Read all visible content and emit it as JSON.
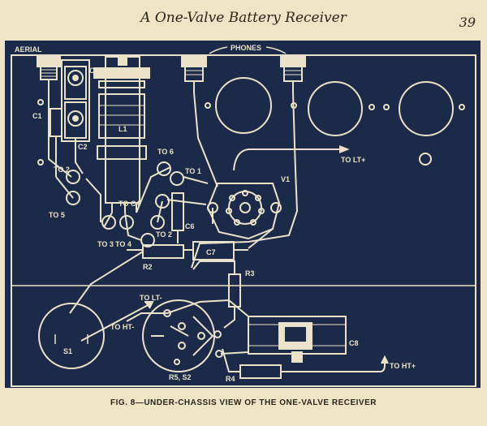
{
  "header": {
    "running_title": "A One-Valve Battery Receiver",
    "page_number": "39"
  },
  "diagram": {
    "labels": {
      "aerial": "AERIAL",
      "phones": "PHONES",
      "c3": "C3",
      "c1": "C1",
      "c2": "C2",
      "l1": "L1",
      "to6": "TO 6",
      "to1": "TO 1",
      "to2_left": "TO 2",
      "to5": "TO 5",
      "to_c4": "TO C4",
      "c6": "C6",
      "to2_mid": "TO 2",
      "to3": "TO 3",
      "to4": "TO 4",
      "v1": "V1",
      "to_lt_plus": "TO LT+",
      "c7": "C7",
      "r2": "R2",
      "r3": "R3",
      "to_lt_minus": "TO LT-",
      "to_ht_minus": "TO HT-",
      "s1": "S1",
      "r5s2": "R5, S2",
      "r4": "R4",
      "c8": "C8",
      "to_ht_plus": "TO HT+"
    }
  },
  "caption": "FIG. 8—UNDER-CHASSIS VIEW OF THE ONE-VALVE RECEIVER",
  "colors": {
    "paper": "#efe4c6",
    "plate": "#1c2a4a",
    "ink": "#ebe3c9"
  }
}
